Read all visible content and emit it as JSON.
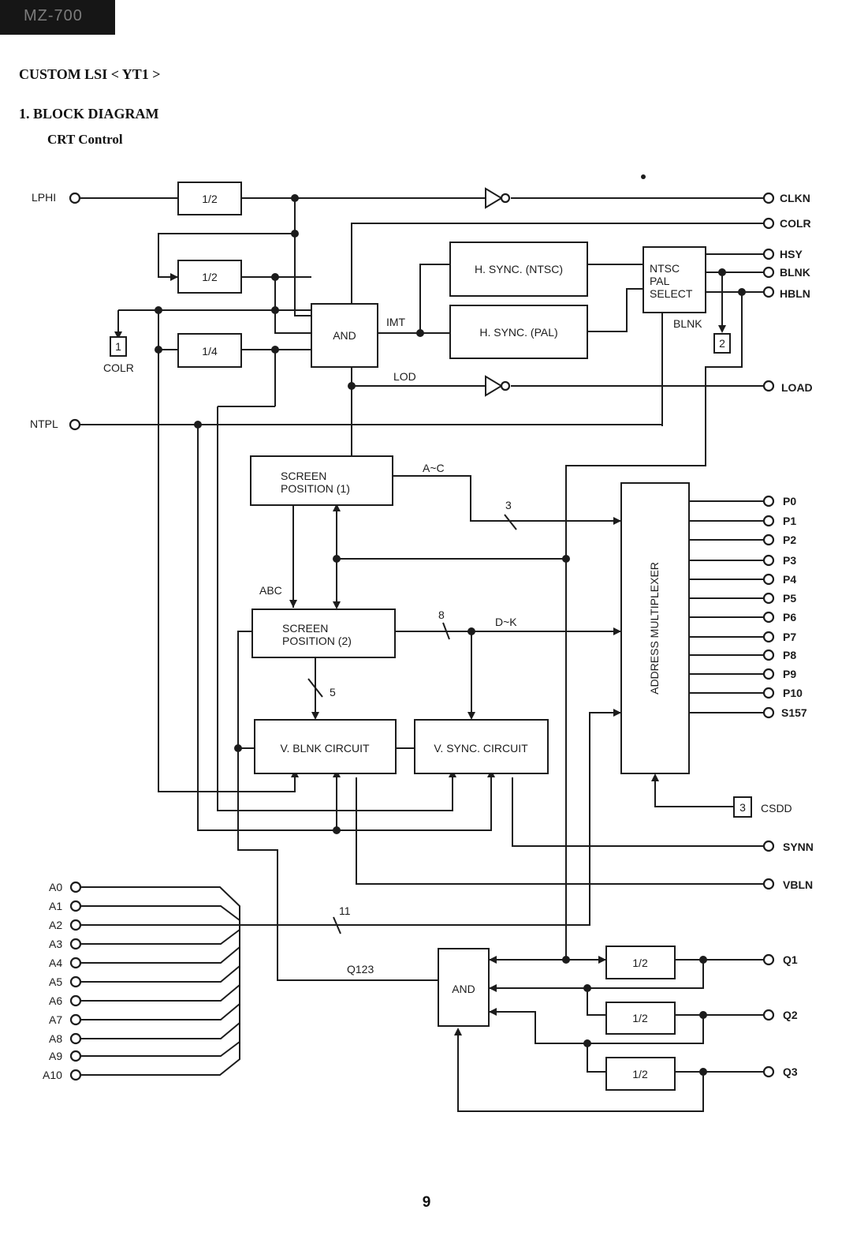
{
  "header": {
    "model_code": "MZ-700"
  },
  "headings": {
    "section": "CUSTOM LSI < YT1 >",
    "subsection": "1. BLOCK DIAGRAM",
    "title": "CRT Control"
  },
  "blocks": {
    "div1": "1/2",
    "div2": "1/2",
    "div4": "1/4",
    "and_top": "AND",
    "hsync_ntsc": "H. SYNC. (NTSC)",
    "hsync_pal": "H. SYNC. (PAL)",
    "ntsc_pal_1": "NTSC",
    "ntsc_pal_2": "PAL",
    "ntsc_pal_3": "SELECT",
    "sp1_1": "SCREEN",
    "sp1_2": "POSITION (1)",
    "sp2_1": "SCREEN",
    "sp2_2": "POSITION (2)",
    "vblnk": "V. BLNK CIRCUIT",
    "vsync": "V. SYNC. CIRCUIT",
    "addr_mux": "ADDRESS MULTIPLEXER",
    "and_bottom": "AND",
    "q1_div": "1/2",
    "q2_div": "1/2",
    "q3_div": "1/2",
    "box1": "1",
    "box2": "2",
    "box3": "3"
  },
  "signals": {
    "imt": "IMT",
    "lod": "LOD",
    "blnk_mid": "BLNK",
    "colr_box": "COLR",
    "a_c": "A~C",
    "bus3": "3",
    "abc": "ABC",
    "bus8": "8",
    "d_k": "D~K",
    "bus5": "5",
    "bus11": "11",
    "q123": "Q123",
    "csdd": "CSDD"
  },
  "inputs": {
    "lphi": "LPHI",
    "ntpl": "NTPL",
    "address": [
      "A0",
      "A1",
      "A2",
      "A3",
      "A4",
      "A5",
      "A6",
      "A7",
      "A8",
      "A9",
      "A10"
    ]
  },
  "outputs": {
    "clkn": "CLKN",
    "colr": "COLR",
    "hsy": "HSY",
    "blnk": "BLNK",
    "hbln": "HBLN",
    "load": "LOAD",
    "mux": [
      "P0",
      "P1",
      "P2",
      "P3",
      "P4",
      "P5",
      "P6",
      "P7",
      "P8",
      "P9",
      "P10",
      "S157"
    ],
    "synn": "SYNN",
    "vbln": "VBLN",
    "q1": "Q1",
    "q2": "Q2",
    "q3": "Q3"
  },
  "page_number": "9"
}
